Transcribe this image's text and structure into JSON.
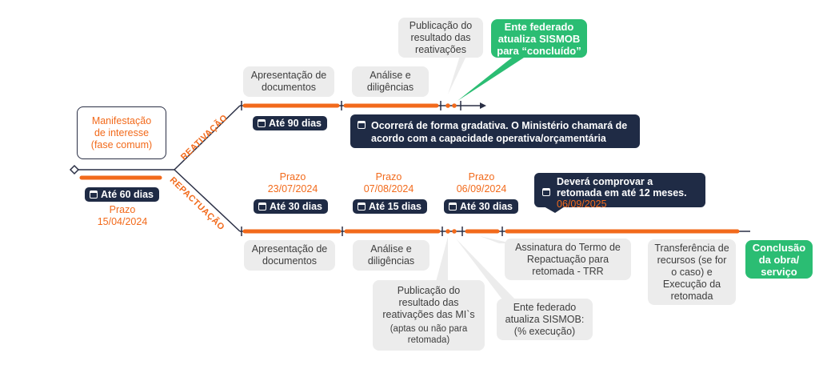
{
  "start_box": "Manifestação de interesse (fase comum)",
  "branch_labels": {
    "top": "REATIVAÇÃO",
    "bottom": "REPACTUAÇÃO"
  },
  "common": {
    "duration": "Até 60 dias",
    "deadline_label": "Prazo",
    "deadline": "15/04/2024"
  },
  "reativacao": {
    "step1": "Apresentação de documentos",
    "step2": "Análise e diligências",
    "step3": "Publicação do resultado das reativações",
    "final": "Ente federado atualiza SISMOB para “concluído”",
    "duration": "Até 90 dias",
    "note": "Ocorrerá de forma gradativa. O Ministério chamará de acordo com a capacidade operativa/orçamentária"
  },
  "repactuacao": {
    "deadline1_label": "Prazo",
    "deadline1": "23/07/2024",
    "duration1": "Até 30 dias",
    "deadline2_label": "Prazo",
    "deadline2": "07/08/2024",
    "duration2": "Até 15 dias",
    "deadline3_label": "Prazo",
    "deadline3": "06/09/2024",
    "duration3": "Até 30 dias",
    "note_line1": "Deverá comprovar a",
    "note_line2": "retomada em até 12 meses.",
    "note_date": "06/09/2025",
    "step1": "Apresentação de documentos",
    "step2": "Análise e diligências",
    "step3_main": "Publicação do resultado das reativações das MI`s",
    "step3_sub": "(aptas ou não para retomada)",
    "step4": "Ente federado atualiza SISMOB: (% execução)",
    "step5": "Assinatura do Termo de Repactuação para retomada - TRR",
    "step6": "Transferência de recursos (se for o caso) e Execução da retomada",
    "final": "Conclusão da obra/ serviço"
  },
  "colors": {
    "orange": "#f26a1b",
    "navy": "#1f2b45",
    "green": "#2bbd73",
    "gray_box": "#ececec",
    "line": "#2a2f45"
  }
}
